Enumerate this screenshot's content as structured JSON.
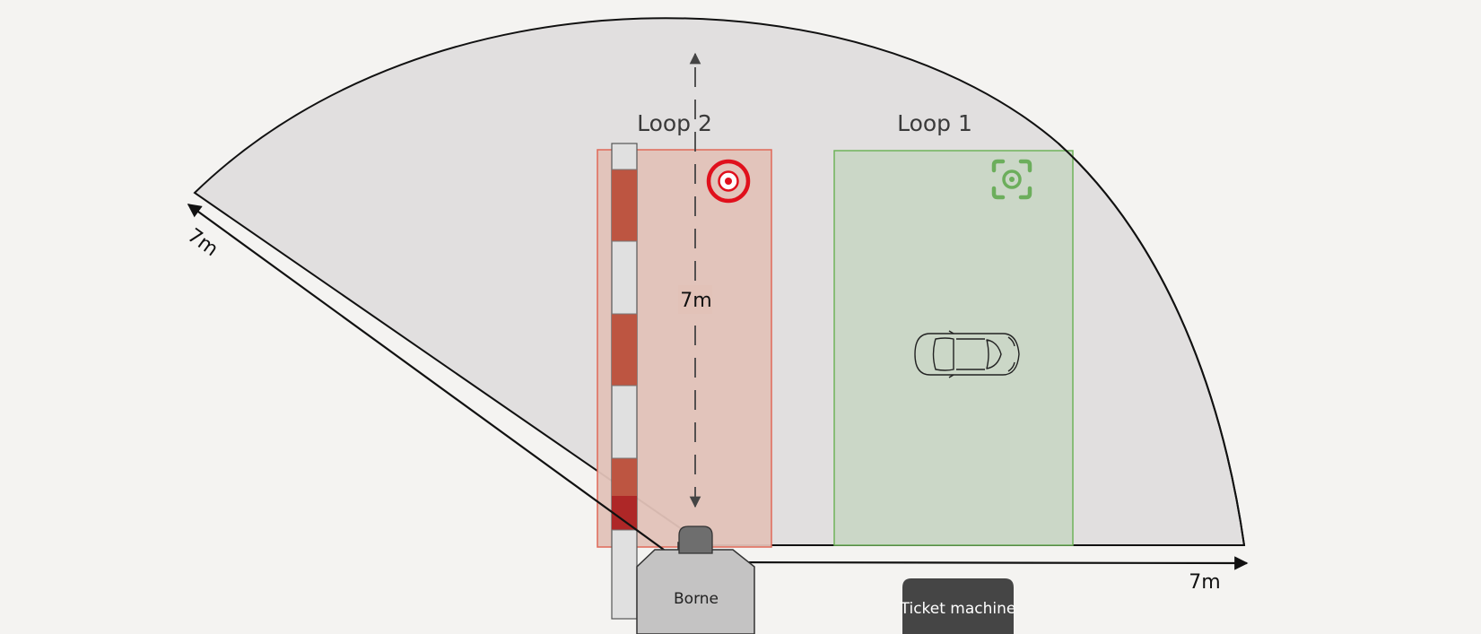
{
  "diagram": {
    "loops": [
      {
        "label": "Loop 2",
        "fill": "#e2c2b8",
        "stroke": "#e06858",
        "icon": "target-icon",
        "icon_color": "#e0101c"
      },
      {
        "label": "Loop 1",
        "fill": "#c9d6c4",
        "stroke": "#6fb35a",
        "icon": "scan-focus-icon",
        "icon_color": "#6cae5c"
      }
    ],
    "range_radius_label": "7m",
    "dimension_labels": {
      "diagonal": "7m",
      "vertical": "7m",
      "horizontal": "7m"
    },
    "borne_label": "Borne",
    "ticket_machine_label": "Ticket machine",
    "vehicle_icon": "car-icon",
    "colors": {
      "background": "#f4f3f1",
      "range_area": "#e1dfdf",
      "barrier_red": "#bd5541",
      "barrier_white": "#e0e0e0",
      "borne": "#c4c3c3",
      "ticket_machine": "#454545"
    }
  }
}
